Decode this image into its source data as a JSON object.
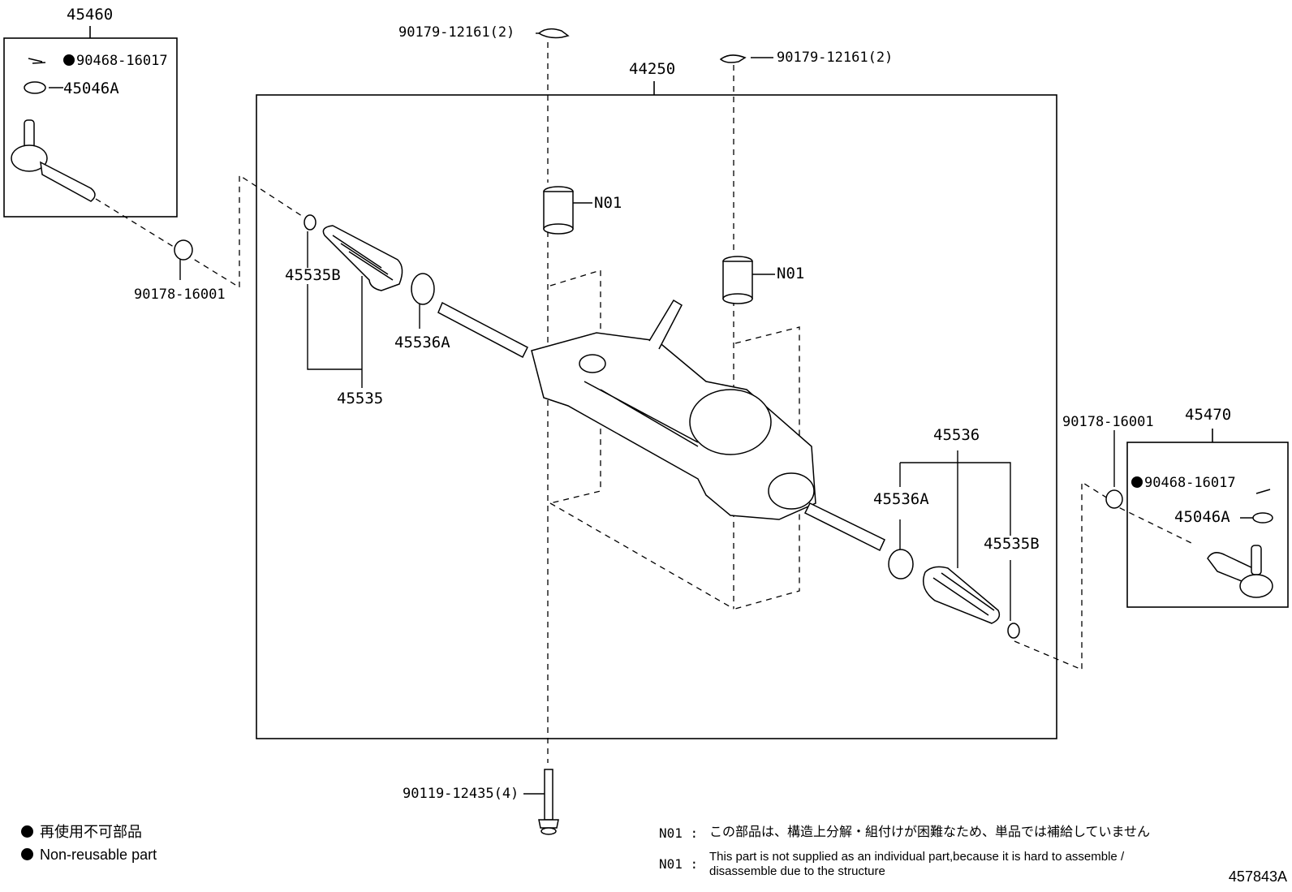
{
  "labels": {
    "tie_rod_end_lh": "45460",
    "cotter_pin_lh": "90468-16017",
    "nut_lh": "45046A",
    "ring_lh": "90178-16001",
    "clip_left": "90179-12161(2)",
    "clip_right": "90179-12161(2)",
    "rack_assy": "44250",
    "bushing_upper": "N01",
    "bushing_lower": "N01",
    "clamp_b_lh": "45535B",
    "clamp_a_lh": "45536A",
    "boot_lh": "45535",
    "boot_set_rh": "45536",
    "clamp_a_rh": "45536A",
    "clamp_b_rh": "45535B",
    "ring_rh": "90178-16001",
    "tie_rod_end_rh": "45470",
    "cotter_pin_rh": "90468-16017",
    "nut_rh": "45046A",
    "bolt": "90119-12435(4)"
  },
  "legend": {
    "jp": "再使用不可部品",
    "en": "Non-reusable part"
  },
  "notes": {
    "key1": "N01 :",
    "jp": "この部品は、構造上分解・組付けが困難なため、単品では補給していません",
    "key2": "N01 :",
    "en_line1": "This part is not supplied as an individual part,because it is hard to assemble /",
    "en_line2": "disassemble due to the structure"
  },
  "figure_id": "457843A"
}
